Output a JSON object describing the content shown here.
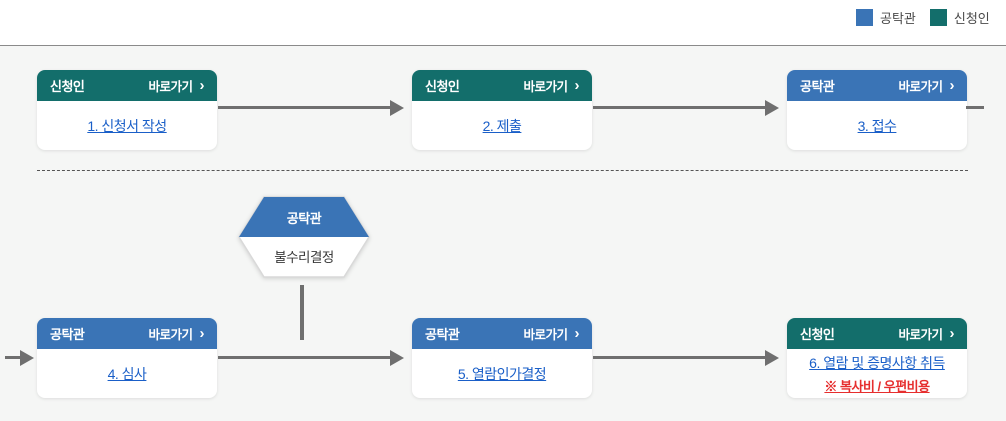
{
  "colors": {
    "officer_blue": "#3a74b6",
    "applicant_teal": "#136e6b",
    "arrow_gray": "#6f6f6f",
    "link_blue": "#1a5fc8",
    "note_red": "#e62e2e",
    "panel_bg": "#f5f6f5"
  },
  "icons": {
    "chevron_right": "›"
  },
  "legend": {
    "items": [
      {
        "label": "공탁관",
        "role": "officer"
      },
      {
        "label": "신청인",
        "role": "applicant"
      }
    ]
  },
  "flow": {
    "shortcut_label": "바로가기",
    "steps": [
      {
        "actor": "신청인",
        "title": "1. 신청서 작성"
      },
      {
        "actor": "신청인",
        "title": "2. 제출"
      },
      {
        "actor": "공탁관",
        "title": "3. 접수"
      },
      {
        "actor": "공탁관",
        "title": "4. 심사"
      },
      {
        "actor": "공탁관",
        "title": "5. 열람인가결정"
      },
      {
        "actor": "신청인",
        "title": "6. 열람 및 증명사항 취득",
        "note": "※ 복사비 / 우편비용"
      }
    ],
    "decision": {
      "actor": "공탁관",
      "label": "불수리결정"
    }
  }
}
